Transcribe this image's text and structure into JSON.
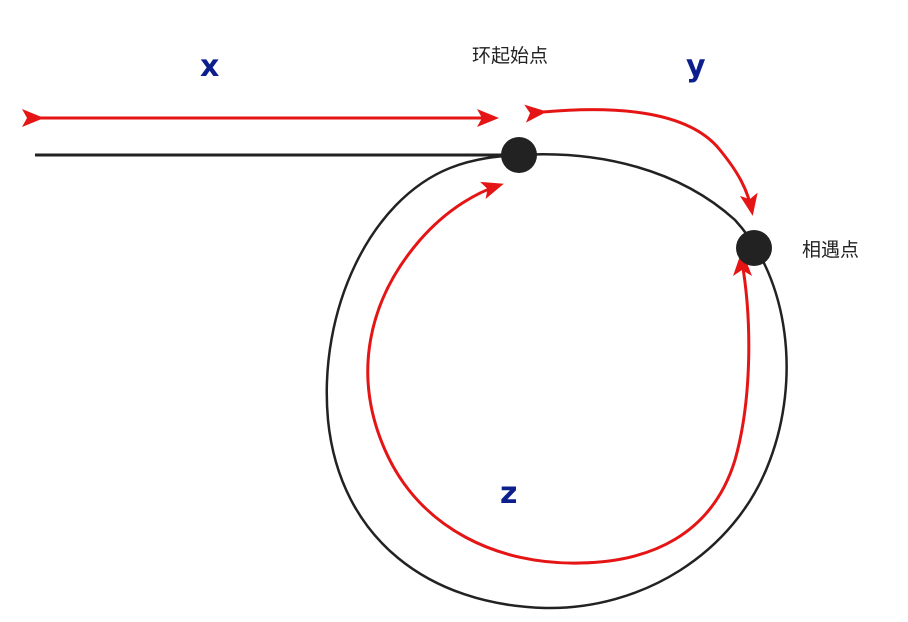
{
  "labels": {
    "x": "x",
    "y": "y",
    "z": "z",
    "ring_start": "环起始点",
    "meeting_point": "相遇点"
  },
  "colors": {
    "line": "#222222",
    "arrow": "#e51515",
    "variable_text": "#0d1f8c",
    "node": "#222222"
  }
}
